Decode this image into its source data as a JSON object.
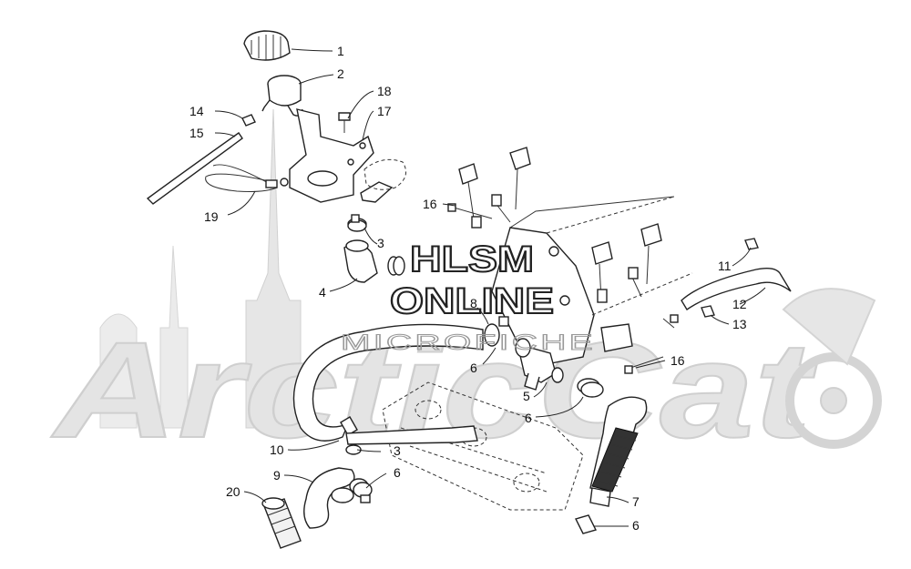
{
  "watermark": {
    "line1": "HLSM",
    "line2": "ONLINE",
    "line3": "MICROFICHE",
    "brand": "ArcticCat"
  },
  "callouts": [
    {
      "id": "1",
      "label": "1"
    },
    {
      "id": "2",
      "label": "2"
    },
    {
      "id": "3a",
      "label": "3"
    },
    {
      "id": "3b",
      "label": "3"
    },
    {
      "id": "4",
      "label": "4"
    },
    {
      "id": "5",
      "label": "5"
    },
    {
      "id": "6a",
      "label": "6"
    },
    {
      "id": "6b",
      "label": "6"
    },
    {
      "id": "6c",
      "label": "6"
    },
    {
      "id": "6d",
      "label": "6"
    },
    {
      "id": "7",
      "label": "7"
    },
    {
      "id": "8",
      "label": "8"
    },
    {
      "id": "9",
      "label": "9"
    },
    {
      "id": "10",
      "label": "10"
    },
    {
      "id": "11",
      "label": "11"
    },
    {
      "id": "12",
      "label": "12"
    },
    {
      "id": "13",
      "label": "13"
    },
    {
      "id": "14",
      "label": "14"
    },
    {
      "id": "15",
      "label": "15"
    },
    {
      "id": "16a",
      "label": "16"
    },
    {
      "id": "16b",
      "label": "16"
    },
    {
      "id": "17",
      "label": "17"
    },
    {
      "id": "18",
      "label": "18"
    },
    {
      "id": "19",
      "label": "19"
    },
    {
      "id": "20",
      "label": "20"
    }
  ]
}
